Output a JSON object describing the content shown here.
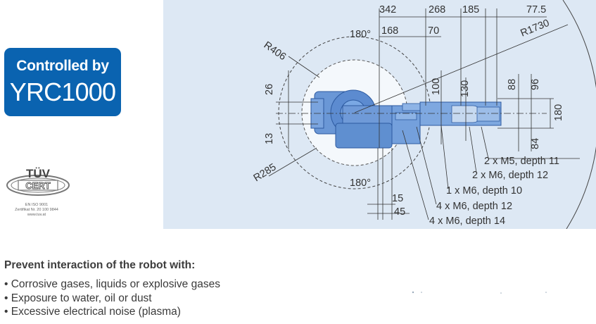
{
  "badge": {
    "line1": "Controlled by",
    "line2": "YRC1000"
  },
  "tuv": {
    "top": "TÜV",
    "cert": "CERT",
    "norm": "EN ISO 9001",
    "zertifikat": "Zertifikat Nr. 20 100 9844",
    "site": "www.tuv.at"
  },
  "drawing": {
    "dims_top": [
      "342",
      "268",
      "185",
      "77.5"
    ],
    "dim_168": "168",
    "dim_70": "70",
    "angle_top": "180°",
    "angle_bottom": "180°",
    "radius_reach": "R1730",
    "radius_outer": "R406",
    "radius_inner": "R285",
    "left_26": "26",
    "left_13": "13",
    "mid_100": "100",
    "mid_130": "130",
    "right_88": "88",
    "right_96": "96",
    "right_180": "180",
    "right_84": "84",
    "bottom_15": "15",
    "bottom_45": "45",
    "holes": [
      "2 x M5, depth 11",
      "2 x M6, depth 12",
      "1 x M6, depth 10",
      "4 x M6, depth 12",
      "4 x M6, depth 14"
    ]
  },
  "notes": {
    "heading": "Prevent interaction of the robot with:",
    "items": [
      "Corrosive gases, liquids or explosive gases",
      "Exposure to water, oil or dust",
      "Excessive electrical noise (plasma)"
    ]
  },
  "colors": {
    "badge": "#0a63b0",
    "panel": "#dde8f4",
    "robot": "#5f8fd0",
    "robot_dark": "#2d5aa0"
  }
}
